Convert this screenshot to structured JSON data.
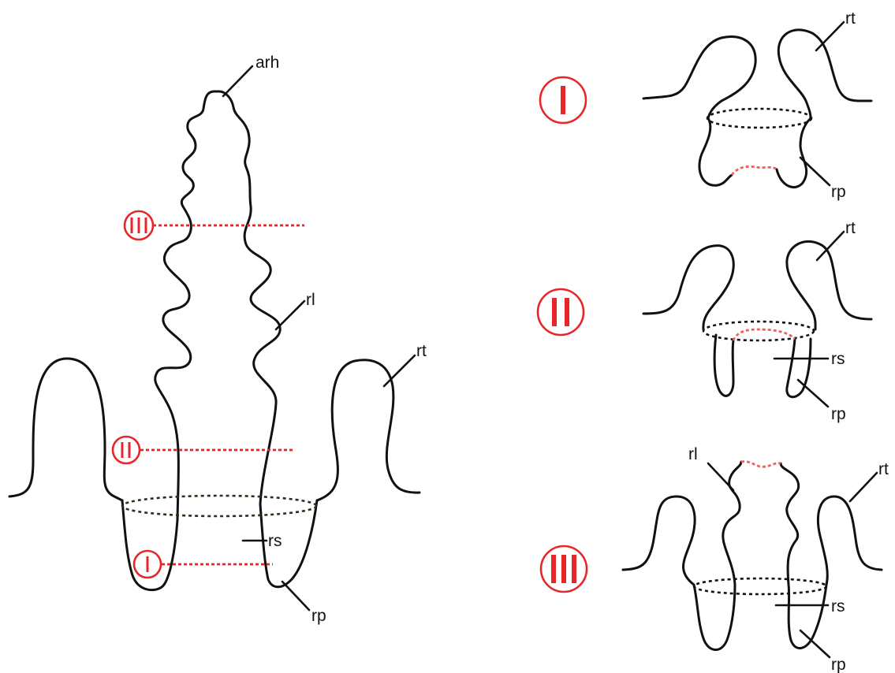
{
  "labels": {
    "arh": "arh",
    "rl": "rl",
    "rt": "rt",
    "rs": "rs",
    "rp": "rp"
  },
  "section_markers": [
    "I",
    "II",
    "III"
  ],
  "colors": {
    "outline": "#111111",
    "section_marker": "#e8262a"
  }
}
